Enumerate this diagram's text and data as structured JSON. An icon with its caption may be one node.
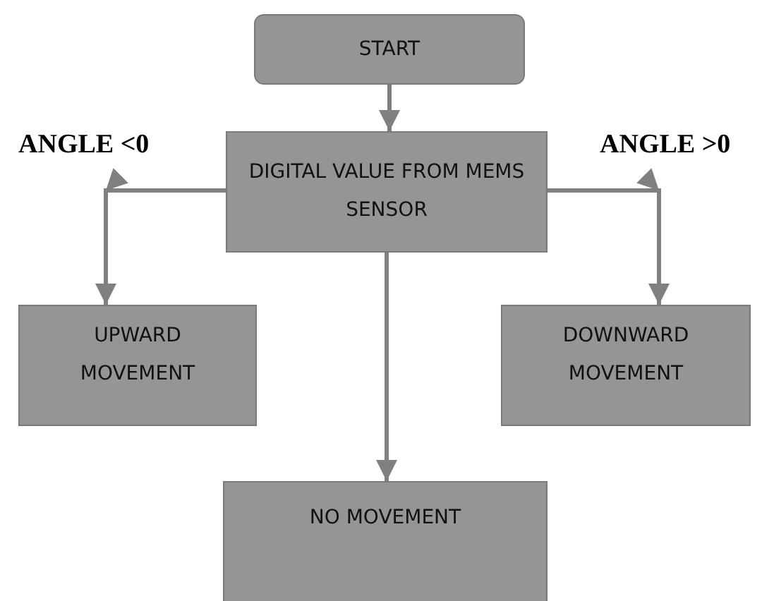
{
  "diagram": {
    "nodes": [
      {
        "text": [
          "START"
        ]
      },
      {
        "text": [
          "DIGITAL VALUE FROM MEMS SENSOR"
        ]
      },
      {
        "text": [
          "UPWARD MOVEMENT"
        ]
      },
      {
        "text": [
          "DOWNWARD MOVEMENT"
        ]
      },
      {
        "text": [
          "NO MOVEMENT"
        ]
      }
    ],
    "edges": [
      {
        "from": 0,
        "to": 1,
        "arrow": "to"
      },
      {
        "from": 1,
        "to": 2,
        "arrow": "to"
      },
      {
        "from": 1,
        "to": 3,
        "arrow": "to"
      },
      {
        "from": 1,
        "to": 4,
        "arrow": "to"
      }
    ],
    "labels": [
      "ANGLE <0",
      "ANGLE >0"
    ]
  }
}
